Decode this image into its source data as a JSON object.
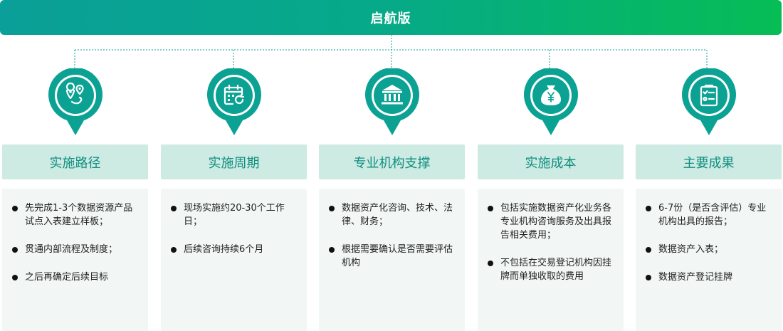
{
  "banner": {
    "title": "启航版"
  },
  "colors": {
    "accent": "#0ca293",
    "title_bg": "#cdeae3",
    "body_bg": "#f2f7f6",
    "title_text": "#0e8f7f"
  },
  "columns": [
    {
      "icon": "route-map-icon",
      "title": "实施路径",
      "items": [
        "先完成1-3个数据资源产品试点入表建立样板；",
        "贯通内部流程及制度；",
        "之后再确定后续目标"
      ]
    },
    {
      "icon": "calendar-refresh-icon",
      "title": "实施周期",
      "items": [
        "现场实施约20-30个工作日；",
        "后续咨询持续6个月"
      ]
    },
    {
      "icon": "institution-icon",
      "title": "专业机构支撑",
      "items": [
        "数据资产化咨询、技术、法律、财务；",
        "根据需要确认是否需要评估机构"
      ]
    },
    {
      "icon": "money-bag-icon",
      "title": "实施成本",
      "items": [
        "包括实施数据资产化业务各专业机构咨询服务及出具报告相关费用；",
        "不包括在交易登记机构因挂牌而单独收取的费用"
      ]
    },
    {
      "icon": "checklist-icon",
      "title": "主要成果",
      "items": [
        "6-7份（是否含评估）专业机构出具的报告；",
        "数据资产入表；",
        "数据资产登记挂牌"
      ]
    }
  ]
}
